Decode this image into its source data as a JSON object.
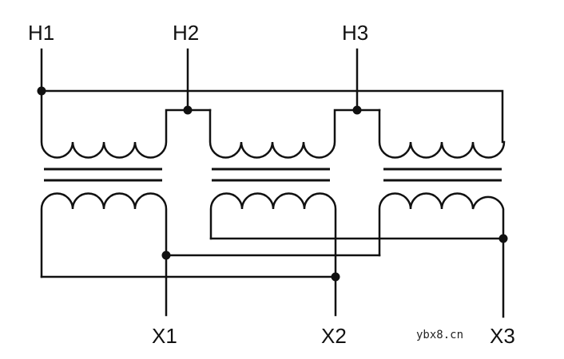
{
  "terminals": {
    "h1": "H1",
    "h2": "H2",
    "h3": "H3",
    "x1": "X1",
    "x2": "X2",
    "x3": "X3"
  },
  "watermark": "ybx8.cn",
  "colors": {
    "line": "#111111",
    "background": "#ffffff"
  }
}
